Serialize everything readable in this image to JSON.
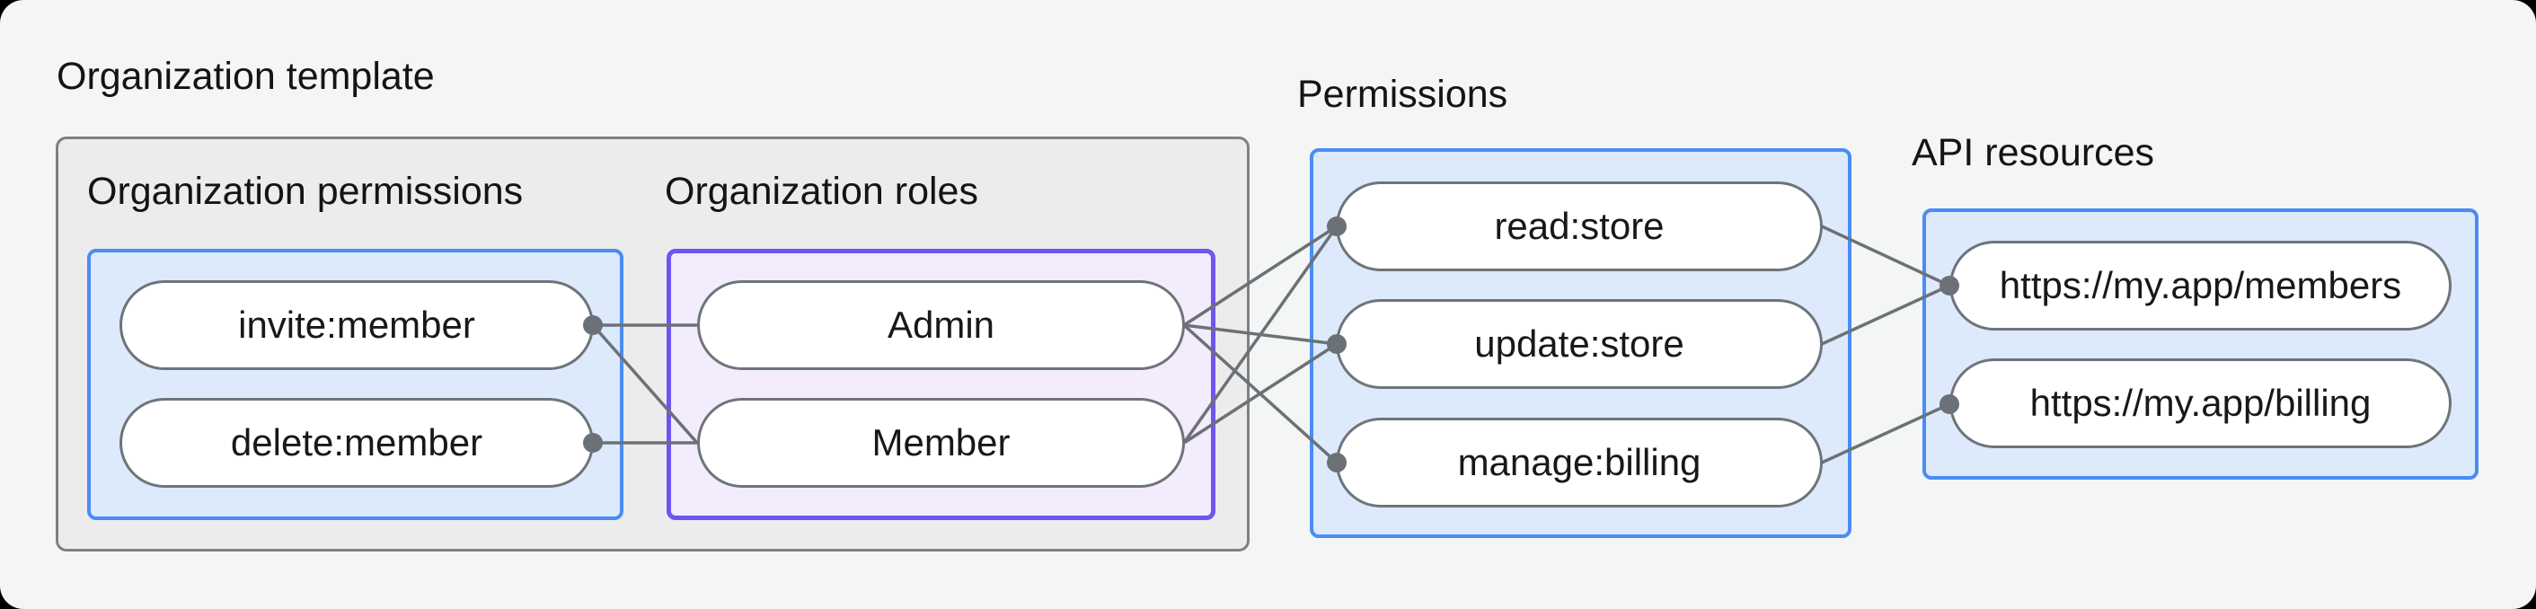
{
  "diagram": {
    "containers": {
      "organization_template": {
        "label": "Organization template"
      },
      "organization_permissions": {
        "label": "Organization permissions"
      },
      "organization_roles": {
        "label": "Organization roles"
      },
      "permissions": {
        "label": "Permissions"
      },
      "api_resources": {
        "label": "API resources"
      }
    },
    "nodes": {
      "invite_member": {
        "label": "invite:member"
      },
      "delete_member": {
        "label": "delete:member"
      },
      "admin": {
        "label": "Admin"
      },
      "member": {
        "label": "Member"
      },
      "read_store": {
        "label": "read:store"
      },
      "update_store": {
        "label": "update:store"
      },
      "manage_billing": {
        "label": "manage:billing"
      },
      "api_members": {
        "label": "https://my.app/members"
      },
      "api_billing": {
        "label": "https://my.app/billing"
      }
    },
    "edges": [
      {
        "from": "invite:member",
        "to": "Admin"
      },
      {
        "from": "invite:member",
        "to": "Member"
      },
      {
        "from": "delete:member",
        "to": "Member"
      },
      {
        "from": "Admin",
        "to": "read:store"
      },
      {
        "from": "Admin",
        "to": "update:store"
      },
      {
        "from": "Admin",
        "to": "manage:billing"
      },
      {
        "from": "Member",
        "to": "read:store"
      },
      {
        "from": "Member",
        "to": "update:store"
      },
      {
        "from": "read:store",
        "to": "https://my.app/members"
      },
      {
        "from": "update:store",
        "to": "https://my.app/members"
      },
      {
        "from": "manage:billing",
        "to": "https://my.app/billing"
      }
    ],
    "colors": {
      "page_background": "#f4f5f5",
      "gray_box_fill": "#ececec",
      "gray_box_border": "#7d8084",
      "blue_box_fill": "#ddeafc",
      "blue_box_border": "#4a8cf5",
      "purple_box_fill": "#f2ecfd",
      "purple_box_border": "#6c55f0",
      "pill_fill": "#ffffff",
      "pill_border": "#6e747a",
      "connector": "#6b7176",
      "text": "#17181b"
    }
  }
}
